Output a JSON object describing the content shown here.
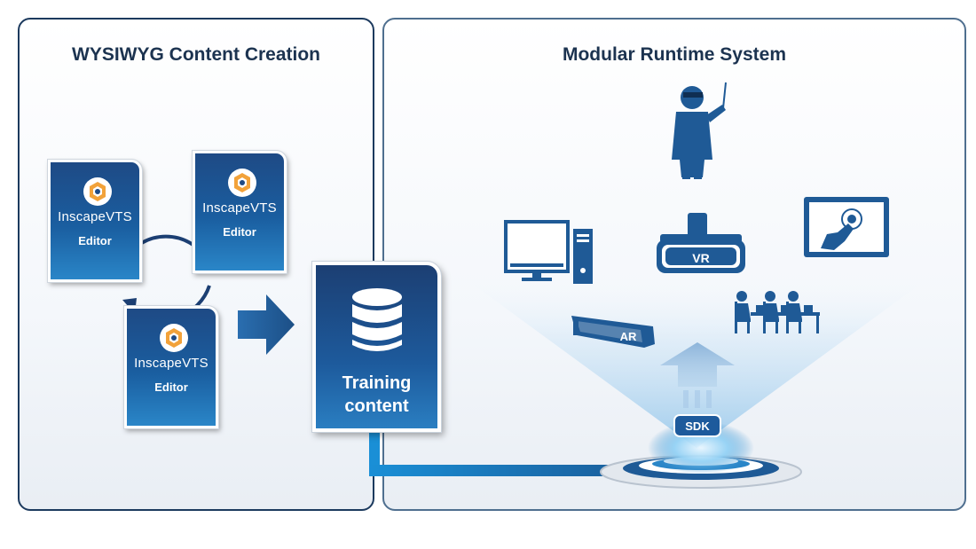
{
  "left_panel": {
    "title": "WYSIWYG Content Creation",
    "editors": [
      {
        "brand": "InscapeVTS",
        "label": "Editor"
      },
      {
        "brand": "InscapeVTS",
        "label": "Editor"
      },
      {
        "brand": "InscapeVTS",
        "label": "Editor"
      }
    ]
  },
  "training_content": {
    "label": "Training\ncontent"
  },
  "right_panel": {
    "title": "Modular Runtime System",
    "badges": {
      "vr": "VR",
      "ar": "AR",
      "sdk": "SDK"
    }
  },
  "colors": {
    "navy": "#1c3350",
    "icon_blue": "#1f5a96",
    "accent_blue": "#2a86c8",
    "light_blue": "#8fc4ea"
  }
}
